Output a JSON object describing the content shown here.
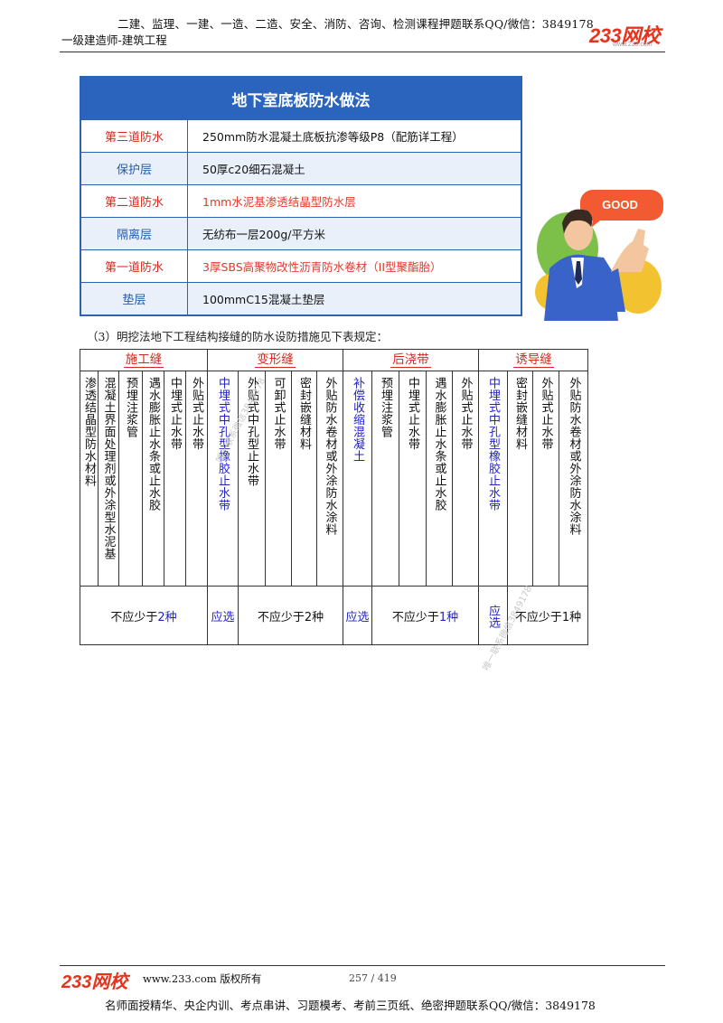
{
  "header": {
    "line1": "二建、监理、一建、一造、二造、安全、消防、咨询、检测课程押题联系QQ/微信：3849178",
    "line2": "一级建造师-建筑工程",
    "logo": "233网校",
    "logo_sub": "www.233.com"
  },
  "waterproof_table": {
    "title": "地下室底板防水做法",
    "rows": [
      {
        "label": "第三道防水",
        "content": "250mm防水混凝土底板抗渗等级P8（配筋详工程）"
      },
      {
        "label": "保护层",
        "content": "50厚c20细石混凝土"
      },
      {
        "label": "第二道防水",
        "content": "1mm水泥基渗透结晶型防水层"
      },
      {
        "label": "隔离层",
        "content": "无纺布一层200g/平方米"
      },
      {
        "label": "第一道防水",
        "content": "3厚SBS高聚物改性沥青防水卷材（II型聚酯胎）"
      },
      {
        "label": "垫层",
        "content": "100mmC15混凝土垫层"
      }
    ]
  },
  "illustration": {
    "bubble_text": "GOOD"
  },
  "paragraph": "（3）明挖法地下工程结构接缝的防水设防措施见下表规定：",
  "joint_table": {
    "groups": [
      {
        "name": "施工缝"
      },
      {
        "name": "变形缝"
      },
      {
        "name": "后浇带"
      },
      {
        "name": "诱导缝"
      }
    ],
    "columns": [
      "渗透结晶型防水材料",
      "混凝土界面处理剂或外涂型水泥基",
      "预埋注浆管",
      "遇水膨胀止水条或止水胶",
      "中埋式止水带",
      "外贴式止水带",
      "中埋式中孔型橡胶止水带",
      "外贴式中孔型止水带",
      "可卸式止水带",
      "密封嵌缝材料",
      "外贴防水卷材或外涂防水涂料",
      "补偿收缩混凝土",
      "预埋注浆管",
      "中埋式止水带",
      "遇水膨胀止水条或止水胶",
      "外贴式止水带",
      "中埋式中孔型橡胶止水带",
      "密封嵌缝材料",
      "外贴式止水带",
      "外贴防水卷材或外涂防水涂料"
    ],
    "footer": {
      "g1": {
        "prefix": "不应少于",
        "num": "2种"
      },
      "g2_select": "应选",
      "g2": "不应少于2种",
      "g3_select": "应选",
      "g3": {
        "prefix": "不应少于",
        "num": "1种"
      },
      "g4_select": "应选",
      "g4": "不应少于1种"
    },
    "watermark": "唯一联系微信3849178"
  },
  "footer": {
    "logo": "233网校",
    "site": "www.233.com 版权所有",
    "page": "257 / 419",
    "line": "名师面授精华、央企内训、考点串讲、习题模考、考前三页纸、绝密押题联系QQ/微信：3849178"
  },
  "colors": {
    "blue": "#2a64bd",
    "red": "#d12a1e",
    "select_blue": "#2323c8"
  }
}
